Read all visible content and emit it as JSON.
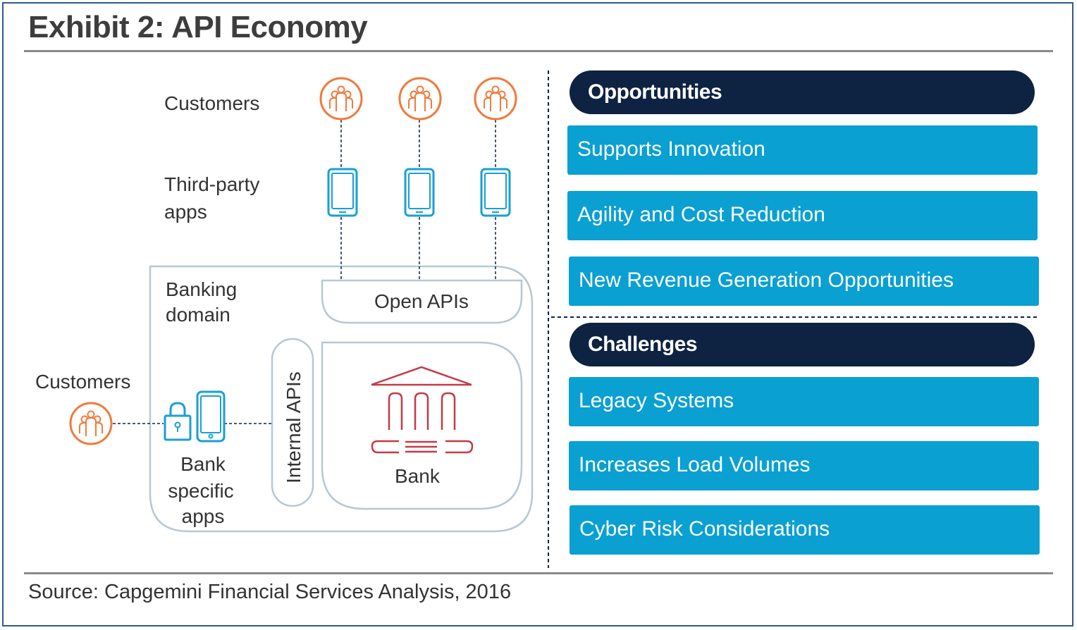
{
  "title": "Exhibit 2: API Economy",
  "source": "Source: Capgemini Financial Services Analysis, 2016",
  "diagram": {
    "customers_top": "Customers",
    "third_party_apps": [
      "Third-party",
      "apps"
    ],
    "banking_domain": [
      "Banking",
      "domain"
    ],
    "open_apis": "Open APIs",
    "internal_apis": "Internal APIs",
    "bank": "Bank",
    "customers_left": "Customers",
    "bank_specific_apps": [
      "Bank",
      "specific",
      "apps"
    ]
  },
  "opportunities": {
    "header": "Opportunities",
    "items": [
      "Supports Innovation",
      "Agility and Cost Reduction",
      "New Revenue Generation Opportunities"
    ]
  },
  "challenges": {
    "header": "Challenges",
    "items": [
      "Legacy Systems",
      "Increases Load Volumes",
      "Cyber Risk Considerations"
    ]
  },
  "colors": {
    "navy": "#0e2242",
    "blue": "#0aa0d2",
    "orange": "#f07a3c",
    "bank_red": "#c43b45",
    "device_blue": "#1a9fd6",
    "frame": "#2e5a88"
  },
  "icons": [
    "customer-group-icon",
    "smartphone-icon",
    "lock-icon",
    "bank-building-icon"
  ]
}
